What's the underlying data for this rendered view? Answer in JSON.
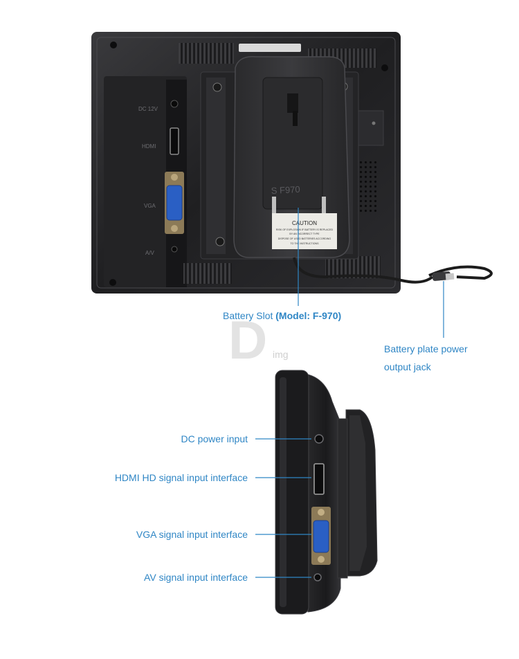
{
  "back_view": {
    "battery_slot_prefix": "Battery Slot ",
    "battery_slot_model": "(Model: F-970)",
    "plate_jack_line1": "Battery plate power",
    "plate_jack_line2": "output jack",
    "plate_model_mark": "S F970",
    "caution_title": "CAUTION",
    "caution_line1": "RISK OF EXPLOSION IF BATTERY IS REPLACED",
    "caution_line2": "BY AN INCORRECT TYPE",
    "caution_line3": "DISPOSE OF USED BATTERIES ACCORDING",
    "caution_line4": "TO THE INSTRUCTIONS",
    "port_dc": "DC 12V",
    "port_hdmi": "HDMI",
    "port_vga": "VGA",
    "port_av": "A/V"
  },
  "watermark": {
    "letter": "D",
    "text": "img"
  },
  "side_view": {
    "dc_label": "DC power input",
    "hdmi_label": "HDMI HD signal input interface",
    "vga_label": "VGA signal input interface",
    "av_label": "AV signal input interface"
  },
  "colors": {
    "label_blue": "#2f86c5",
    "housing": "#1e1e20",
    "vga_blue": "#2a5fc4"
  }
}
